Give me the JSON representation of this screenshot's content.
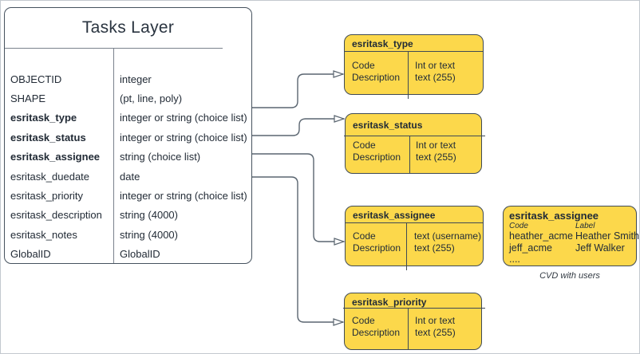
{
  "table": {
    "title": "Tasks Layer",
    "rows": [
      {
        "name": "OBJECTID",
        "type": "integer"
      },
      {
        "name": "SHAPE",
        "type": "(pt, line, poly)"
      },
      {
        "name": "esritask_type",
        "type": "integer or string (choice list)"
      },
      {
        "name": "esritask_status",
        "type": "integer or string (choice list)"
      },
      {
        "name": "esritask_assignee",
        "type": "string (choice list)"
      },
      {
        "name": "esritask_duedate",
        "type": "date"
      },
      {
        "name": "esritask_priority",
        "type": "integer or string (choice list)"
      },
      {
        "name": "esritask_description",
        "type": "string (4000)"
      },
      {
        "name": "esritask_notes",
        "type": "string (4000)"
      },
      {
        "name": "GlobalID",
        "type": "GlobalID"
      }
    ]
  },
  "domains": [
    {
      "title": "esritask_type",
      "left1": "Code",
      "left2": "Description",
      "right1": "Int or text",
      "right2": "text (255)"
    },
    {
      "title": "esritask_status",
      "left1": "Code",
      "left2": "Description",
      "right1": "Int or text",
      "right2": "text (255)"
    },
    {
      "title": "esritask_assignee",
      "left1": "Code",
      "left2": "Description",
      "right1": "text  (username)",
      "right2": "text (255)"
    },
    {
      "title": "esritask_priority",
      "left1": "Code",
      "left2": "Description",
      "right1": "Int or text",
      "right2": "text (255)"
    }
  ],
  "cvd": {
    "title": "esritask_assignee",
    "col_header_code": "Code",
    "col_header_label": "Label",
    "rows": [
      {
        "code": "heather_acme",
        "label": "Heather Smith"
      },
      {
        "code": "jeff_acme",
        "label": "Jeff Walker"
      }
    ],
    "ellipsis": "....",
    "caption": "CVD with users"
  },
  "colors": {
    "box_fill": "#fcd84b",
    "box_border": "#3f4a55",
    "connector": "#5a6570",
    "table_border": "#46525e",
    "text": "#222b36",
    "page_border": "#c3c9cf"
  }
}
